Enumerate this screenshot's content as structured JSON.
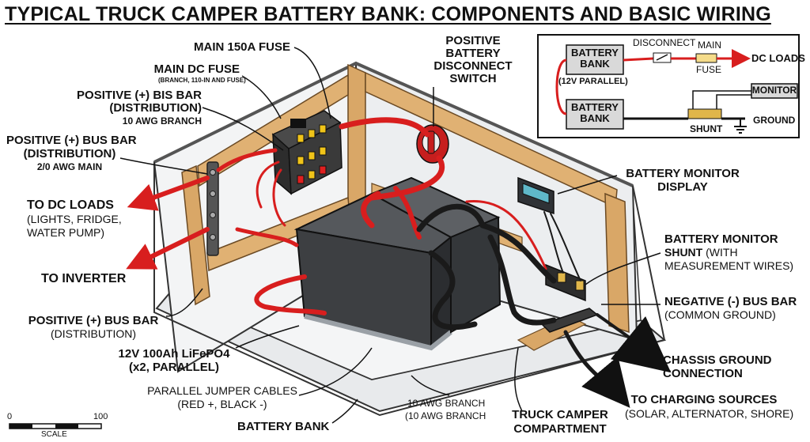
{
  "title": "TYPICAL TRUCK CAMPER BATTERY BANK: COMPONENTS AND BASIC WIRING",
  "labels": {
    "main_150a_fuse": "MAIN 150A FUSE",
    "main_dc_fuse": "MAIN DC FUSE",
    "main_dc_fuse_note": "(BRANCH, 110-IN AND FUSE)",
    "pos_bis_bar_1": "POSITIVE (+) BIS BAR",
    "pos_bis_bar_2": "(DISTRIBUTION)",
    "pos_bis_bar_3": "10 AWG BRANCH",
    "pos_bus_bar_top_1": "POSITIVE (+) BUS BAR",
    "pos_bus_bar_top_2": "(DISTRIBUTION)",
    "pos_bus_bar_top_3": "2/0 AWG MAIN",
    "to_dc_loads": "TO DC LOADS",
    "to_dc_loads_sub_1": "(LIGHTS, FRIDGE,",
    "to_dc_loads_sub_2": "WATER PUMP)",
    "to_inverter": "TO INVERTER",
    "pos_bus_bar_low_1": "POSITIVE (+) BUS BAR",
    "pos_bus_bar_low_2": "(DISTRIBUTION)",
    "battery_spec_1": "12V 100Ah LiFePO4",
    "battery_spec_2": "(x2, PARALLEL)",
    "parallel_jumpers_1": "PARALLEL JUMPER CABLES",
    "parallel_jumpers_2": "(RED +, BLACK -)",
    "battery_bank": "BATTERY BANK",
    "branch_1": "10 AWG BRANCH",
    "branch_2": "(10 AWG BRANCH",
    "compartment_1": "TRUCK CAMPER",
    "compartment_2": "COMPARTMENT",
    "charging_1": "TO CHARGING SOURCES",
    "charging_2": "(SOLAR, ALTERNATOR, SHORE)",
    "chassis_1": "CHASSIS GROUND",
    "chassis_2": "CONNECTION",
    "neg_bus_1": "NEGATIVE (-) BUS BAR",
    "neg_bus_2": "(COMMON GROUND)",
    "shunt_1": "BATTERY MONITOR",
    "shunt_2a": "SHUNT",
    "shunt_2b": " (WITH",
    "shunt_3": "MEASUREMENT WIRES)",
    "monitor_display_1": "BATTERY MONITOR",
    "monitor_display_2": "DISPLAY",
    "disconnect_1": "POSITIVE",
    "disconnect_2": "BATTERY",
    "disconnect_3": "DISCONNECT",
    "disconnect_4": "SWITCH"
  },
  "inset": {
    "battery_bank_top": "BATTERY BANK",
    "parallel_note": "(12V PARALLEL)",
    "battery_bank_bottom": "BATTERY BANK",
    "disconnect": "DISCONNECT",
    "main": "MAIN",
    "fuse": "FUSE",
    "dc_loads": "DC LOADS",
    "monitor": "MONITOR",
    "shunt": "SHUNT",
    "ground": "GROUND"
  },
  "scale": {
    "min": "0",
    "max": "100",
    "label": "SCALE"
  },
  "colors": {
    "positive_wire": "#d81e1e",
    "negative_wire": "#1a1a1a",
    "wood": "#d9a767",
    "battery": "#3d3f42",
    "panel": "#f1f2f3"
  }
}
